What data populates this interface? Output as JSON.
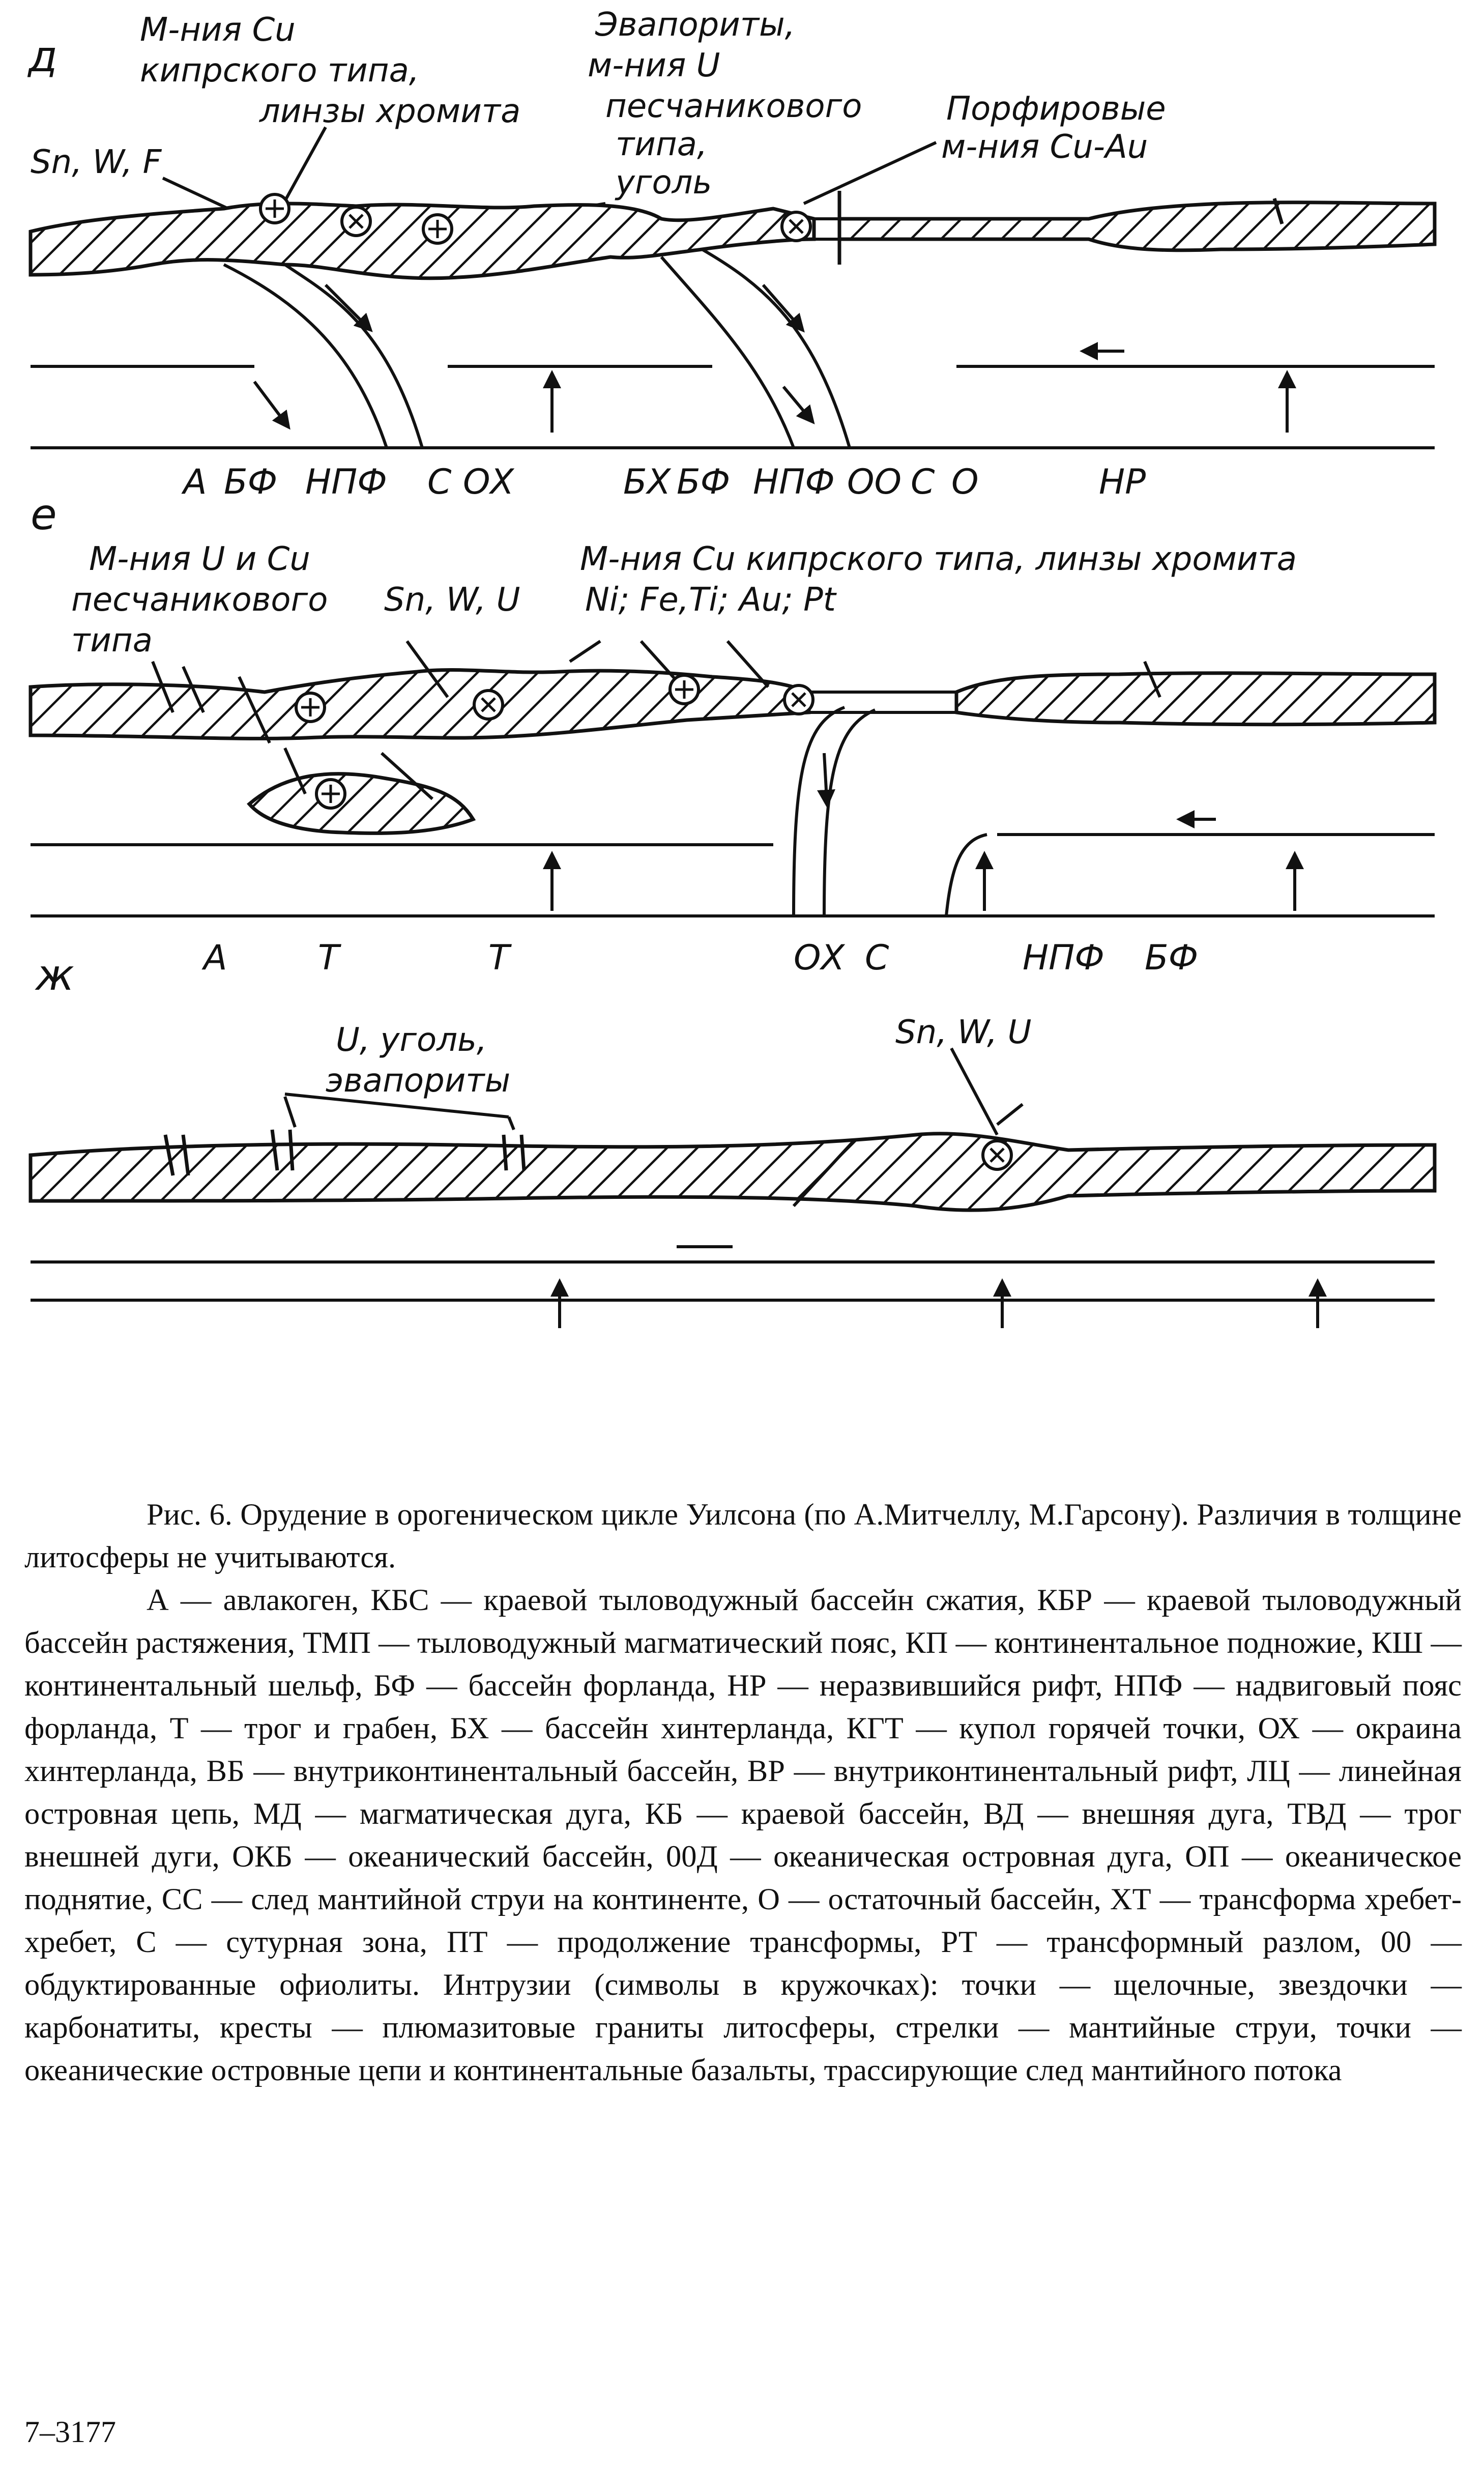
{
  "panels": {
    "d": {
      "letter": "д",
      "labels": {
        "sn_w_f": "Sn, W, F",
        "cu_cyprus_1": "М-ния Cu",
        "cu_cyprus_2": "кипрского типа,",
        "chromite": "линзы хромита",
        "evap_1": "Эвапориты,",
        "evap_2": "м-ния U",
        "evap_3": "песчаникового",
        "evap_4": "типа,",
        "evap_5": "уголь",
        "porph_1": "Порфировые",
        "porph_2": "м-ния Cu-Au"
      },
      "abbreviations": [
        "А",
        "БФ",
        "НПФ",
        "С",
        "ОХ",
        "БХ",
        "БФ",
        "НПФ",
        "ОО",
        "С",
        "О",
        "НР"
      ]
    },
    "e": {
      "letter": "е",
      "labels": {
        "u_cu_1": "М-ния U и Cu",
        "u_cu_2": "песчаникового",
        "u_cu_3": "типа",
        "sn_w_u": "Sn, W, U",
        "cu_cyprus_full": "М-ния Cu кипрского типа, линзы хромита",
        "metals": "Ni; Fe,Ti; Au; Pt"
      },
      "abbreviations": [
        "А",
        "Т",
        "Т",
        "ОХ",
        "С",
        "НПФ",
        "БФ"
      ]
    },
    "zh": {
      "letter": "ж",
      "labels": {
        "u_coal_1": "U, уголь,",
        "u_coal_2": "эвапориты",
        "sn_w_u": "Sn, W, U"
      }
    }
  },
  "caption": {
    "title": "Рис. 6. Орудение в орогеническом цикле Уилсона (по А.Митчеллу, М.Гарсону). Различия в толщине литосферы не учитываются.",
    "body": "А — авлакоген, КБС — краевой тыловодужный бассейн сжатия, КБР — краевой тыловодужный бассейн растяжения, ТМП — тыловодужный магматический пояс, КП — континентальное подножие, КШ — континентальный шельф, БФ — бассейн форланда, НР — неразвившийся рифт, НПФ — надвиговый пояс форланда, Т — трог и грабен, БХ — бассейн хинтерланда, КГТ — купол горячей точки, ОХ — окраина хинтерланда, ВБ — внутриконтинентальный бассейн, ВР — внутриконтинентальный рифт, ЛЦ — линейная островная цепь, МД — магматическая дуга, КБ — краевой бассейн, ВД — внешняя дуга, ТВД — трог внешней дуги, ОКБ — океанический бассейн, 00Д — океаническая островная дуга, ОП — океаническое поднятие, СС — след мантийной струи на континенте, О — остаточный бассейн, ХТ — трансформа хребет-хребет, С — сутурная зона, ПТ — продолжение трансформы, РТ — трансформный разлом, 00 — обдуктированные офиолиты. Интрузии (символы в кружочках): точки — щелочные, звездочки — карбонатиты, кресты — плюмазитовые граниты литосферы, стрелки — мантийные струи, точки — океанические островные цепи и континентальные базальты, трассирующие след мантийного потока"
  },
  "page_number": "7–3177"
}
